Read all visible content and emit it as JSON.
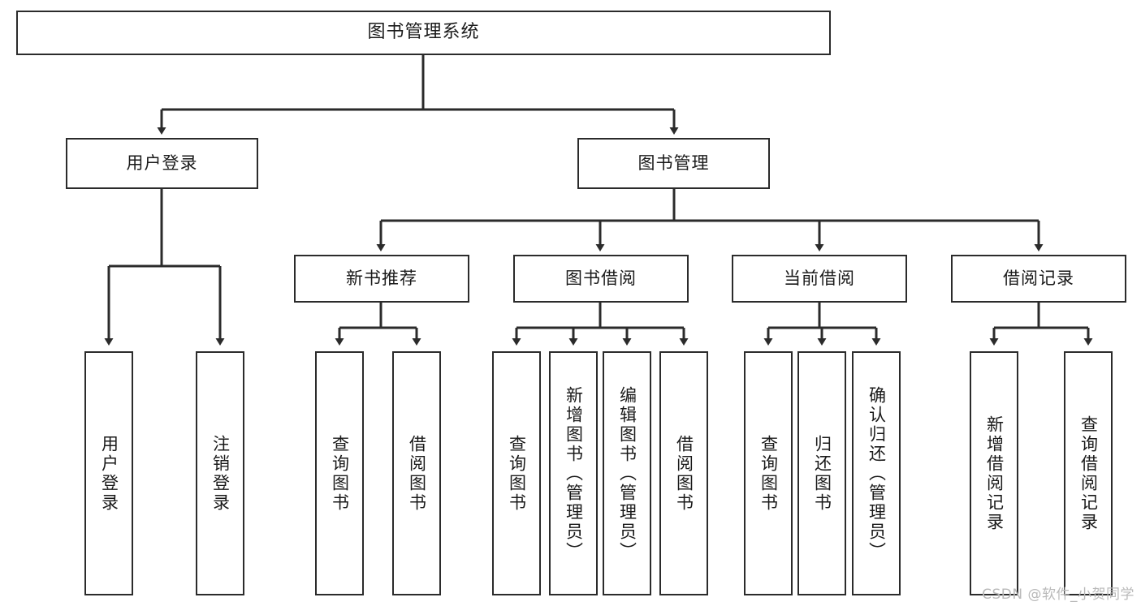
{
  "diagram": {
    "title": "图书管理系统",
    "type": "tree",
    "watermark": "CSDN @软件_小贺同学",
    "colors": {
      "stroke": "#2b2b2b",
      "fill": "#ffffff",
      "text": "#1a1a1a",
      "watermark": "#b9b9b9"
    },
    "nodes": {
      "root": {
        "label": "图书管理系统",
        "orientation": "horizontal"
      },
      "level1": [
        {
          "id": "user-login",
          "label": "用户登录",
          "orientation": "horizontal"
        },
        {
          "id": "book-manage",
          "label": "图书管理",
          "orientation": "horizontal"
        }
      ],
      "level2": [
        {
          "id": "new-book-recommend",
          "label": "新书推荐",
          "orientation": "horizontal"
        },
        {
          "id": "book-borrow",
          "label": "图书借阅",
          "orientation": "horizontal"
        },
        {
          "id": "current-borrow",
          "label": "当前借阅",
          "orientation": "horizontal"
        },
        {
          "id": "borrow-record",
          "label": "借阅记录",
          "orientation": "horizontal"
        }
      ],
      "leaves": [
        {
          "id": "leaf-user-login",
          "label": "用户登录",
          "parent": "user-login",
          "orientation": "vertical"
        },
        {
          "id": "leaf-logout-login",
          "label": "注销登录",
          "parent": "user-login",
          "orientation": "vertical"
        },
        {
          "id": "leaf-query-book-1",
          "label": "查询图书",
          "parent": "new-book-recommend",
          "orientation": "vertical"
        },
        {
          "id": "leaf-borrow-book-1",
          "label": "借阅图书",
          "parent": "new-book-recommend",
          "orientation": "vertical"
        },
        {
          "id": "leaf-query-book-2",
          "label": "查询图书",
          "parent": "book-borrow",
          "orientation": "vertical"
        },
        {
          "id": "leaf-add-book",
          "label": "新增图书（管理员）",
          "parent": "book-borrow",
          "orientation": "vertical"
        },
        {
          "id": "leaf-edit-book",
          "label": "编辑图书（管理员）",
          "parent": "book-borrow",
          "orientation": "vertical"
        },
        {
          "id": "leaf-borrow-book-2",
          "label": "借阅图书",
          "parent": "book-borrow",
          "orientation": "vertical"
        },
        {
          "id": "leaf-query-book-3",
          "label": "查询图书",
          "parent": "current-borrow",
          "orientation": "vertical"
        },
        {
          "id": "leaf-return-book",
          "label": "归还图书",
          "parent": "current-borrow",
          "orientation": "vertical"
        },
        {
          "id": "leaf-confirm-return",
          "label": "确认归还（管理员）",
          "parent": "current-borrow",
          "orientation": "vertical"
        },
        {
          "id": "leaf-add-borrow-record",
          "label": "新增借阅记录",
          "parent": "borrow-record",
          "orientation": "vertical"
        },
        {
          "id": "leaf-query-borrow-record",
          "label": "查询借阅记录",
          "parent": "borrow-record",
          "orientation": "vertical"
        }
      ]
    }
  }
}
